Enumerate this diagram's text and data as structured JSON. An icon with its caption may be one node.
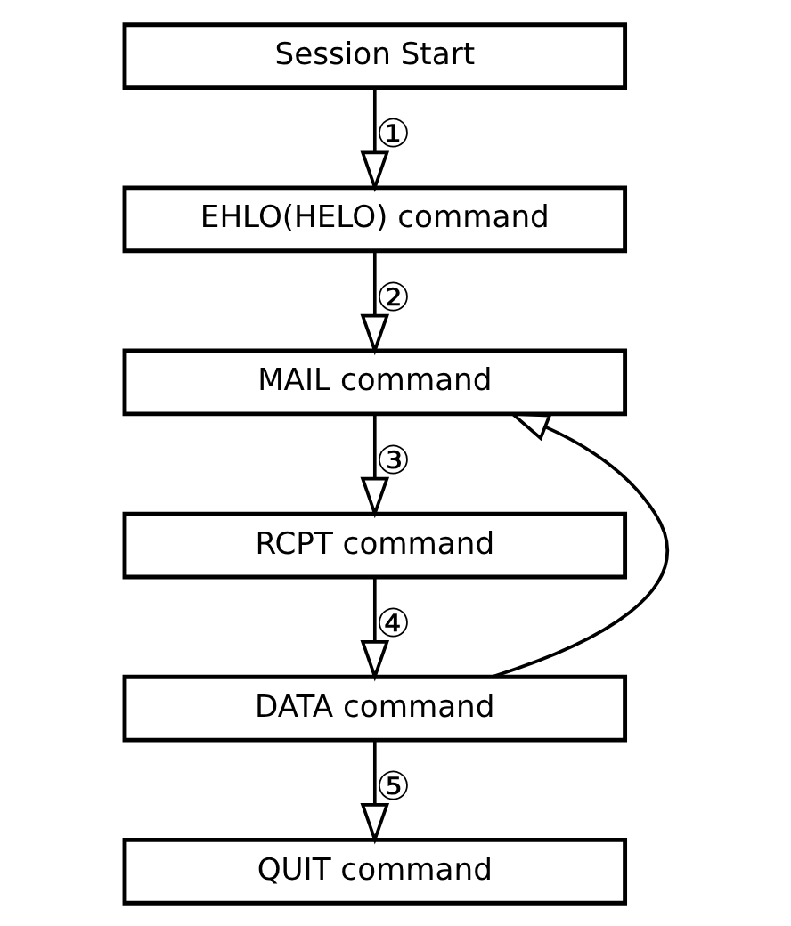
{
  "diagram": {
    "nodes": [
      {
        "text": [
          "Session Start"
        ]
      },
      {
        "text": [
          "EHLO(HELO) command"
        ]
      },
      {
        "text": [
          "MAIL command"
        ]
      },
      {
        "text": [
          "RCPT command"
        ]
      },
      {
        "text": [
          "DATA command"
        ]
      },
      {
        "text": [
          "QUIT command"
        ]
      }
    ],
    "edges": [
      {
        "from": 0,
        "to": 1,
        "arrow": "to",
        "label": "①"
      },
      {
        "from": 1,
        "to": 2,
        "arrow": "to",
        "label": "②"
      },
      {
        "from": 2,
        "to": 3,
        "arrow": "to",
        "label": "③"
      },
      {
        "from": 3,
        "to": 4,
        "arrow": "to",
        "label": "④"
      },
      {
        "from": 4,
        "to": 5,
        "arrow": "to",
        "label": "⑤"
      },
      {
        "from": 4,
        "to": 2,
        "arrow": "to"
      }
    ]
  }
}
